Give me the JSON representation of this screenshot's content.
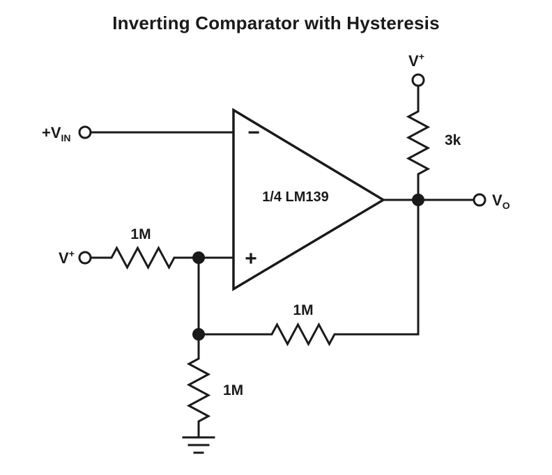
{
  "title": "Inverting Comparator with Hysteresis",
  "comparator": {
    "part_label": "1/4 LM139",
    "inverting_input_symbol": "−",
    "noninverting_input_symbol": "+"
  },
  "terminals": {
    "vin": {
      "main": "+V",
      "sub": "IN"
    },
    "v_plus_left": {
      "main": "V",
      "sup": "+"
    },
    "v_plus_top": {
      "main": "V",
      "sup": "+"
    },
    "vout": {
      "main": "V",
      "sub": "O"
    }
  },
  "resistors": {
    "r_input": "1M",
    "r_feedback": "1M",
    "r_ground": "1M",
    "r_pullup": "3k"
  },
  "colors": {
    "line": "#1a1a1a",
    "background": "#ffffff"
  }
}
